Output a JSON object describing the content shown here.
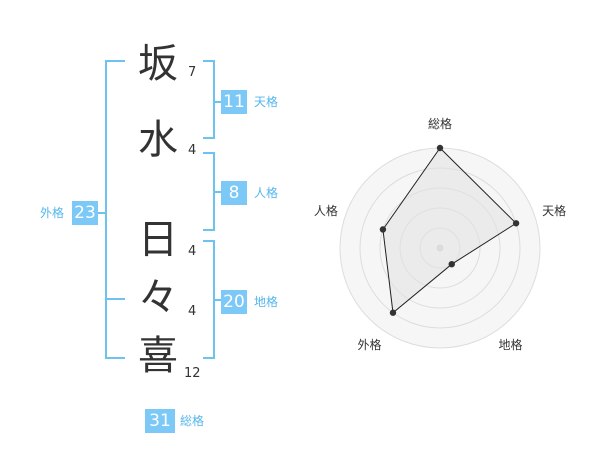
{
  "characters": [
    {
      "char": "坂",
      "strokes": "7"
    },
    {
      "char": "水",
      "strokes": "4"
    },
    {
      "char": "日",
      "strokes": "4"
    },
    {
      "char": "々",
      "strokes": "4"
    },
    {
      "char": "喜",
      "strokes": "12"
    }
  ],
  "fortune": {
    "tenkaku": {
      "value": "11",
      "label": "天格"
    },
    "jinkaku": {
      "value": "8",
      "label": "人格"
    },
    "chikaku": {
      "value": "20",
      "label": "地格"
    },
    "gaikaku": {
      "value": "23",
      "label": "外格"
    },
    "soukaku": {
      "value": "31",
      "label": "総格"
    }
  },
  "radar": {
    "axes": [
      "総格",
      "天格",
      "地格",
      "外格",
      "人格"
    ],
    "levels": 5,
    "values": [
      5,
      4,
      1,
      4,
      3
    ]
  },
  "colors": {
    "accent": "#7cc8f6",
    "bracket": "#6ec2f0",
    "text": "#333333"
  }
}
